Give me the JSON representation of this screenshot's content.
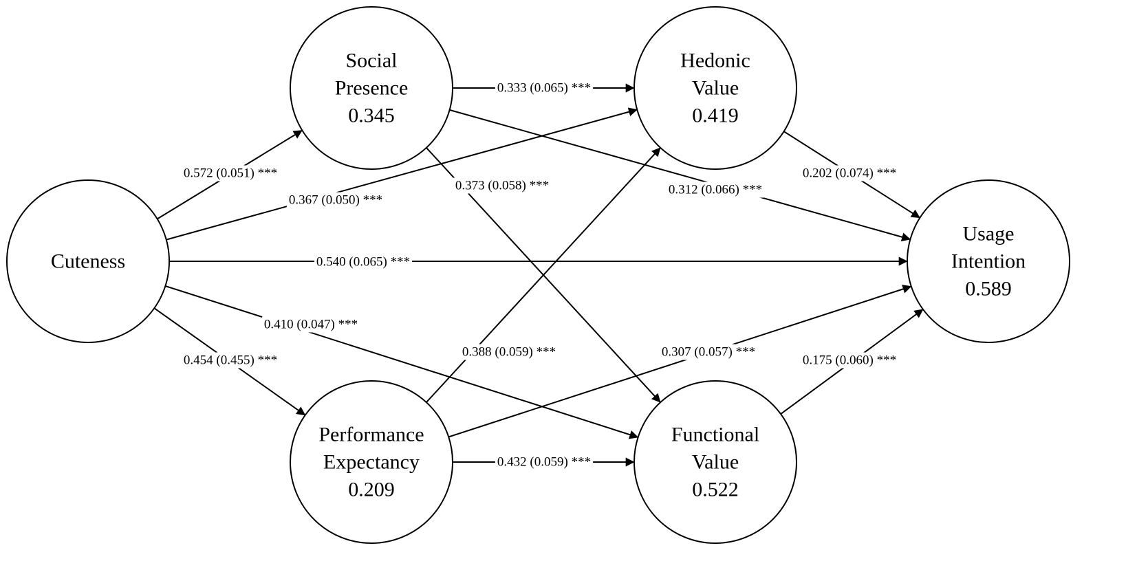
{
  "nodes": [
    {
      "id": "cuteness",
      "lines": [
        "Cuteness"
      ]
    },
    {
      "id": "social-presence",
      "lines": [
        "Social",
        "Presence",
        "0.345"
      ]
    },
    {
      "id": "performance-expectancy",
      "lines": [
        "Performance",
        "Expectancy",
        "0.209"
      ]
    },
    {
      "id": "hedonic-value",
      "lines": [
        "Hedonic",
        "Value",
        "0.419"
      ]
    },
    {
      "id": "functional-value",
      "lines": [
        "Functional",
        "Value",
        "0.522"
      ]
    },
    {
      "id": "usage-intention",
      "lines": [
        "Usage",
        "Intention",
        "0.589"
      ]
    }
  ],
  "edges": [
    {
      "id": "cute-sp",
      "from": "cuteness",
      "to": "social-presence",
      "label": "0.572 (0.051) ***"
    },
    {
      "id": "cute-pe",
      "from": "cuteness",
      "to": "performance-expectancy",
      "label": "0.454 (0.455) ***"
    },
    {
      "id": "cute-hv",
      "from": "cuteness",
      "to": "hedonic-value",
      "label": "0.367 (0.050) ***"
    },
    {
      "id": "cute-ui",
      "from": "cuteness",
      "to": "usage-intention",
      "label": "0.540 (0.065) ***"
    },
    {
      "id": "cute-fv",
      "from": "cuteness",
      "to": "functional-value",
      "label": "0.410 (0.047) ***"
    },
    {
      "id": "sp-hv",
      "from": "social-presence",
      "to": "hedonic-value",
      "label": "0.333 (0.065) ***"
    },
    {
      "id": "sp-fv",
      "from": "social-presence",
      "to": "functional-value",
      "label": "0.373 (0.058) ***"
    },
    {
      "id": "sp-ui",
      "from": "social-presence",
      "to": "usage-intention",
      "label": "0.312 (0.066) ***"
    },
    {
      "id": "pe-hv",
      "from": "performance-expectancy",
      "to": "hedonic-value",
      "label": "0.388 (0.059) ***"
    },
    {
      "id": "pe-fv",
      "from": "performance-expectancy",
      "to": "functional-value",
      "label": "0.432 (0.059) ***"
    },
    {
      "id": "pe-ui",
      "from": "performance-expectancy",
      "to": "usage-intention",
      "label": "0.307 (0.057) ***"
    },
    {
      "id": "hv-ui",
      "from": "hedonic-value",
      "to": "usage-intention",
      "label": "0.202 (0.074) ***"
    },
    {
      "id": "fv-ui",
      "from": "functional-value",
      "to": "usage-intention",
      "label": "0.175 (0.060) ***"
    }
  ]
}
